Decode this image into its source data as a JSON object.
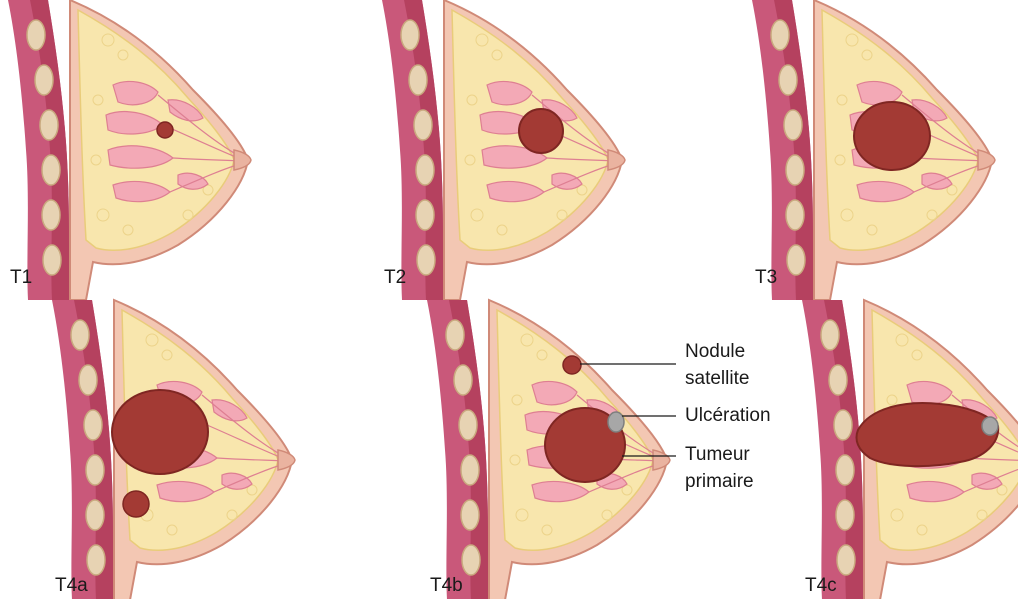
{
  "stages": [
    {
      "label": "T1"
    },
    {
      "label": "T2"
    },
    {
      "label": "T3"
    },
    {
      "label": "T4a"
    },
    {
      "label": "T4b"
    },
    {
      "label": "T4c"
    }
  ],
  "callouts": {
    "satellite_line1": "Nodule",
    "satellite_line2": "satellite",
    "ulceration": "Ulcération",
    "primary_line1": "Tumeur",
    "primary_line2": "primaire"
  },
  "colors": {
    "skin": "#f3c7b3",
    "skin_edge": "#d08a78",
    "fat": "#f8e6ad",
    "fat_edge": "#e9cc7a",
    "lobule": "#f3a9b6",
    "lobule_edge": "#de7f92",
    "muscle": "#b5415f",
    "rib": "#e7d3b3",
    "tumor": "#a33a34",
    "tumor_dark": "#7f2622",
    "ulcer": "#a7a7a7"
  },
  "icons": {
    "tumor": "tumor-mass-icon",
    "ulcer": "ulceration-icon"
  }
}
